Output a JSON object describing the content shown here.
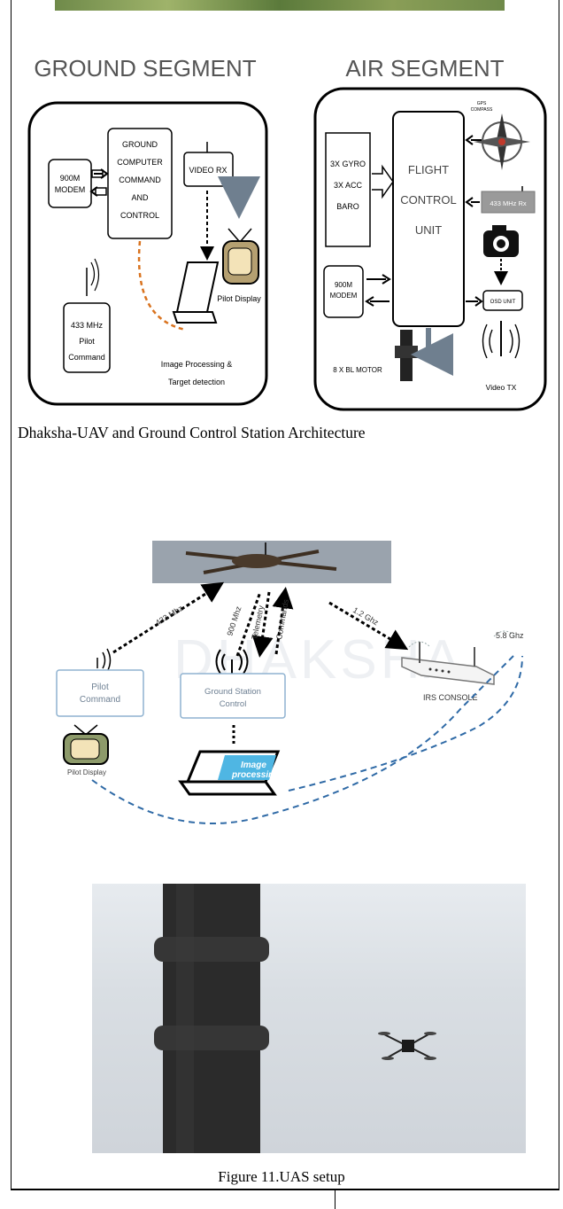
{
  "ground_segment": {
    "title": "GROUND SEGMENT",
    "modem": [
      "900M",
      "MODEM"
    ],
    "computer": [
      "GROUND",
      "COMPUTER",
      "COMMAND",
      "AND",
      "CONTROL"
    ],
    "video_rx": "VIDEO RX",
    "pilot_cmd": [
      "433 MHz",
      "Pilot",
      "Command"
    ],
    "pilot_display": "Pilot Display",
    "image_processing": [
      "Image Processing &",
      "Target detection"
    ]
  },
  "air_segment": {
    "title": "AIR SEGMENT",
    "sensors": [
      "3X GYRO",
      "3X ACC",
      "BARO"
    ],
    "fcu": [
      "FLIGHT",
      "CONTROL",
      "UNIT"
    ],
    "gps": [
      "GPS",
      "COMPASS"
    ],
    "rx433": "433 MHz Rx",
    "modem": [
      "900M",
      "MODEM"
    ],
    "osd": "OSD UNIT",
    "motor": "8 X BL MOTOR",
    "video_tx": "Video TX"
  },
  "caption1": "Dhaksha-UAV and Ground Control Station Architecture",
  "network": {
    "link_433": "433 Mhz",
    "link_900": "900 Mhz",
    "telemetry": "Telemetry",
    "commands": "Commands",
    "link_12": "1.2 Ghz",
    "link_58": "5.8 Ghz",
    "pilot_command": [
      "Pilot",
      "Command"
    ],
    "ground_station": [
      "Ground Station",
      "Control"
    ],
    "irs_console": "IRS CONSOLE",
    "pilot_display": "Pilot Display",
    "image_processing": [
      "Image",
      "processing"
    ],
    "watermark": "DHAKSHA"
  },
  "caption2": "Figure 11.UAS setup",
  "colors": {
    "accent_orange": "#d9731f",
    "link_blue": "#2f6aa6",
    "grey_arrow": "#6f7f8f"
  }
}
